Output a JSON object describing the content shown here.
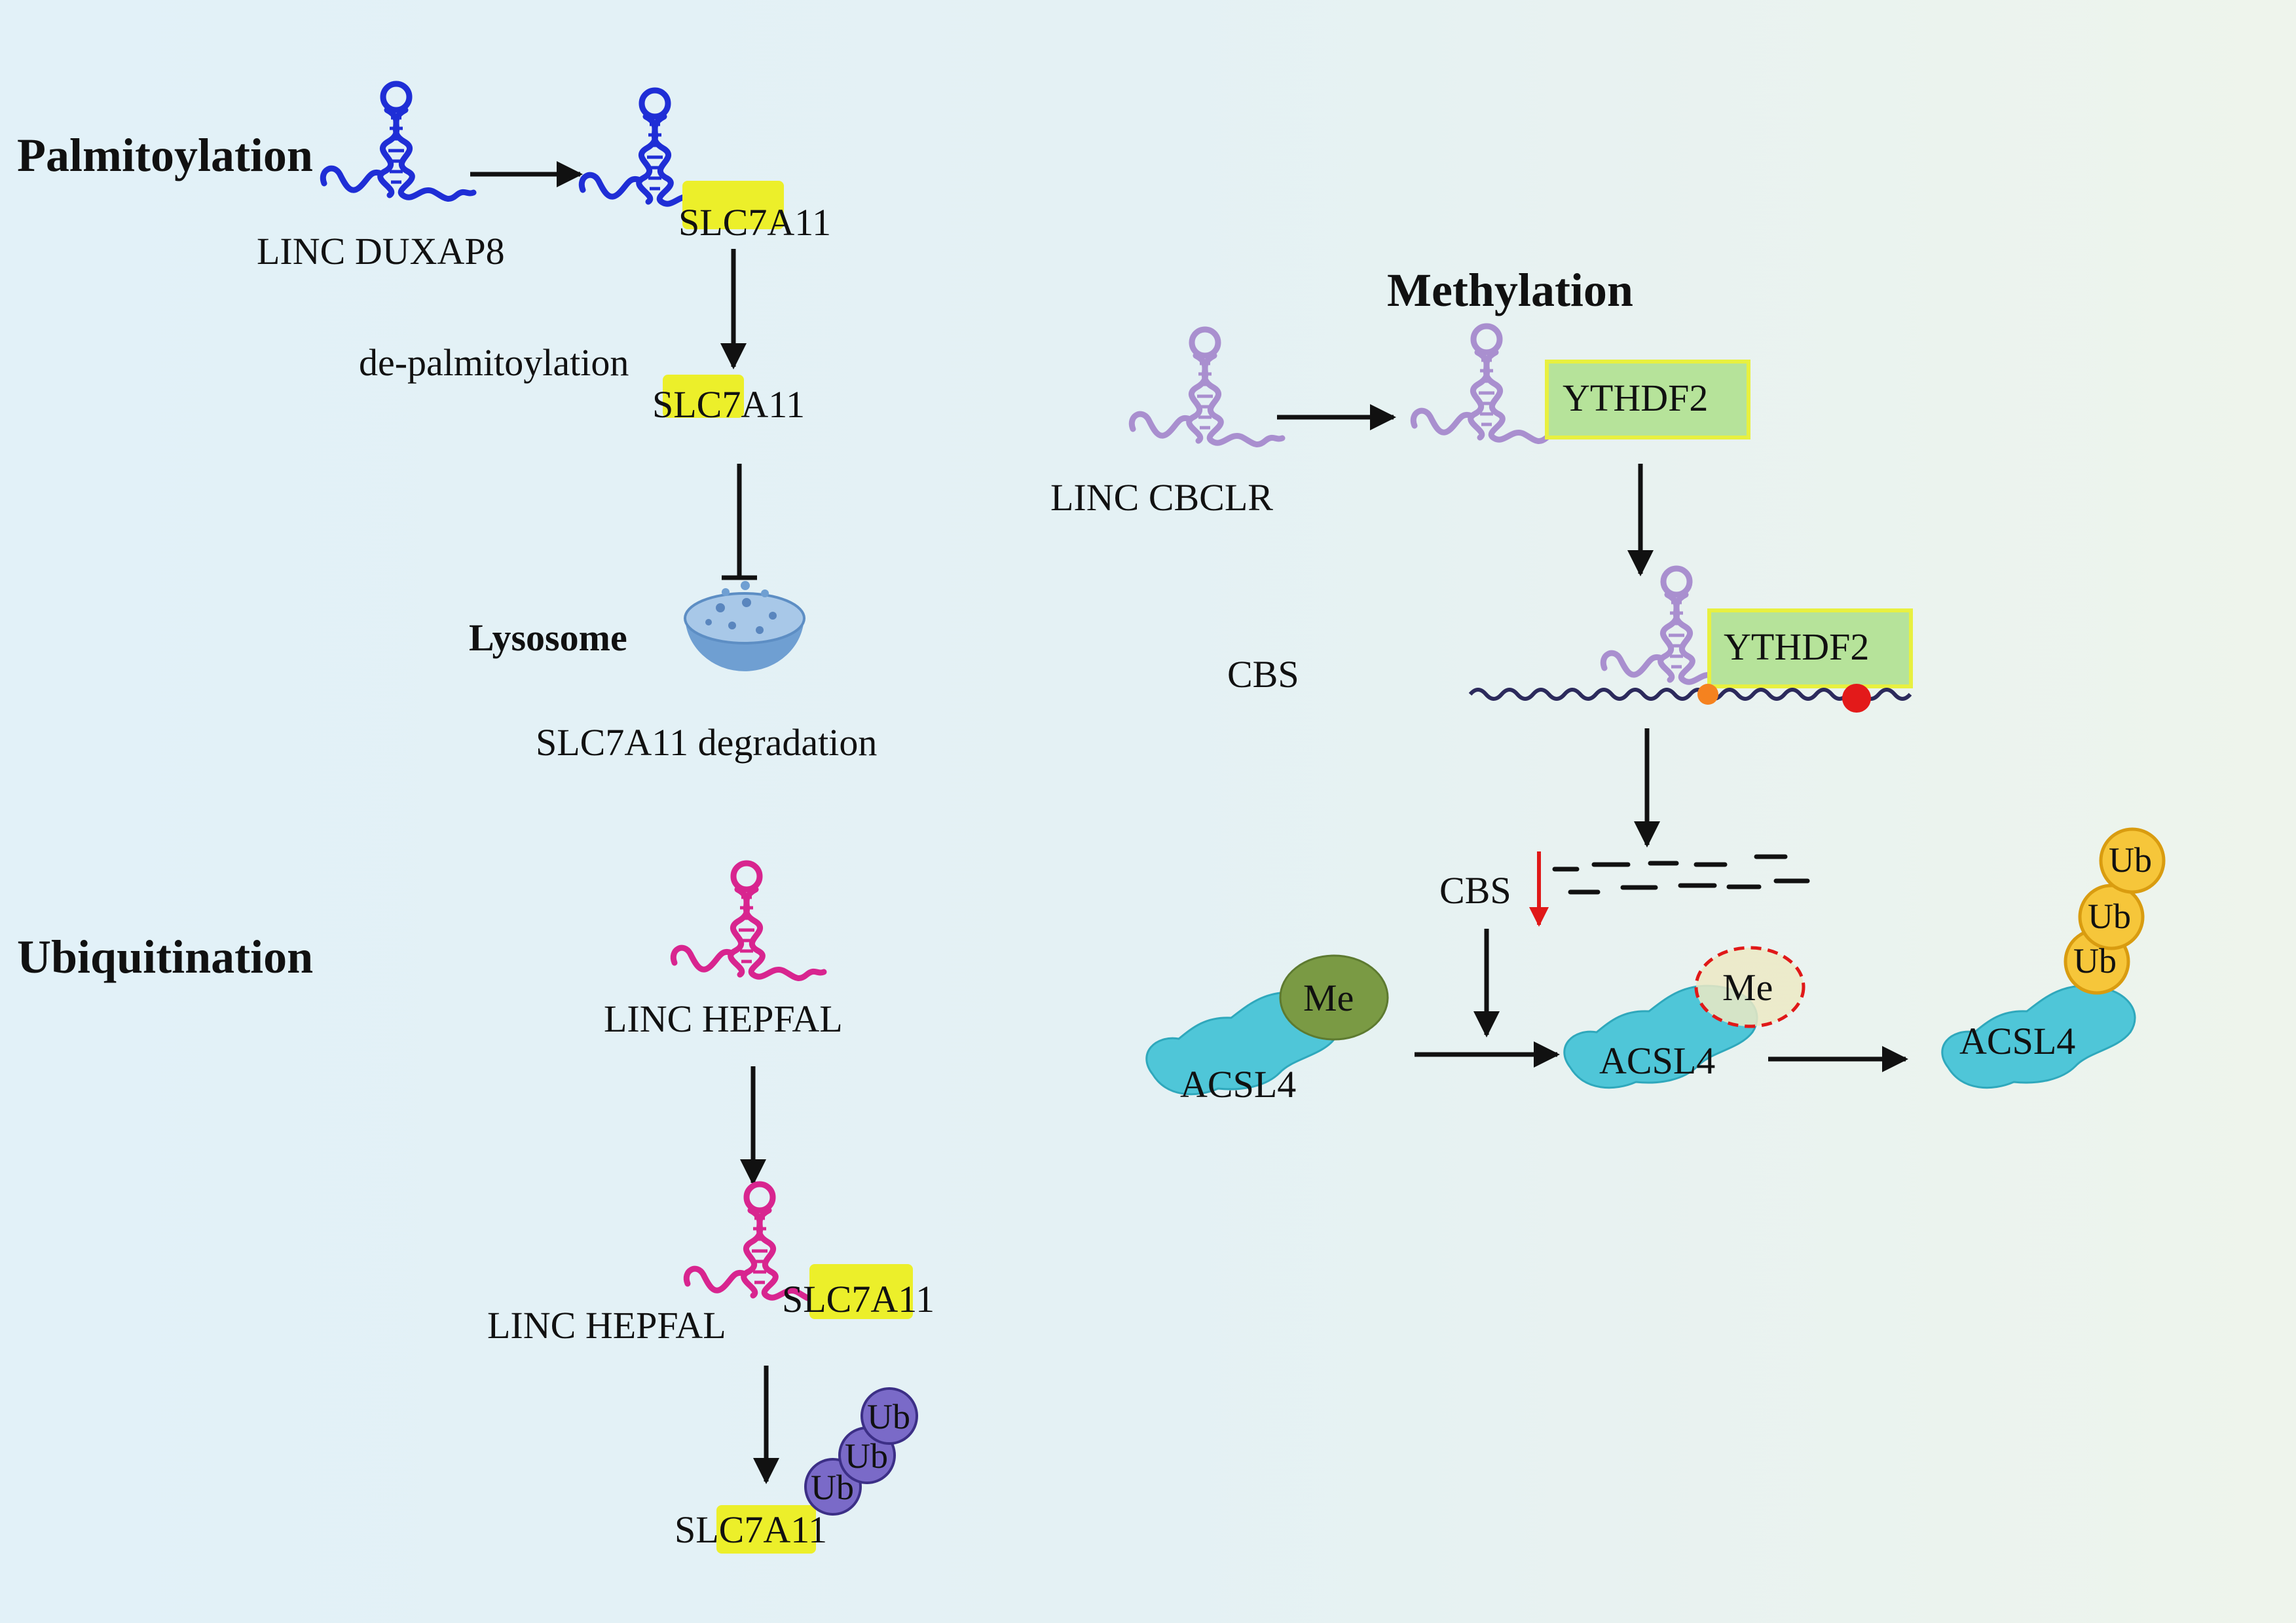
{
  "sections": {
    "palmitoylation": "Palmitoylation",
    "methylation": "Methylation",
    "ubiquitination": "Ubiquitination"
  },
  "palmitoylation": {
    "lnc_label": "LINC DUXAP8",
    "protein_bound": "SLC7A11",
    "process_label": "de-palmitoylation",
    "protein_free": "SLC7A11",
    "lysosome_label": "Lysosome",
    "outcome": "SLC7A11 degradation"
  },
  "methylation": {
    "lnc_label": "LINC CBCLR",
    "reader_1": "YTHDF2",
    "reader_2": "YTHDF2",
    "mrna_label": "CBS",
    "cbs_down_label": "CBS",
    "acsl4_1": "ACSL4",
    "me_1": "Me",
    "acsl4_2": "ACSL4",
    "me_2": "Me",
    "acsl4_3": "ACSL4",
    "ub_labels": [
      "Ub",
      "Ub",
      "Ub"
    ]
  },
  "ubiquitination": {
    "lnc_label_1": "LINC HEPFAL",
    "lnc_label_2": "LINC HEPFAL",
    "protein_bound": "SLC7A11",
    "protein_final": "SLC7A11",
    "ub_labels": [
      "Ub",
      "Ub",
      "Ub"
    ]
  },
  "colors": {
    "duxap8_rna": "#1f2ed6",
    "cbclr_rna": "#a98fcf",
    "hepfal_rna": "#d8258f",
    "slc7a11_highlight": "#ecef2a",
    "ythdf2_box": "#b6e39a",
    "ythdf2_border": "#e8f040",
    "acsl4_protein": "#4fc6d8",
    "me_active": "#7a9a44",
    "me_removed": "#ece9c4",
    "ub_yellow": "#f6c63a",
    "ub_purple": "#7a6ac8",
    "inhibit_arrow": "#e01818",
    "m6a_orange": "#f5821f",
    "m6a_red": "#e31a1a",
    "lysosome": "#7aa6d6"
  }
}
